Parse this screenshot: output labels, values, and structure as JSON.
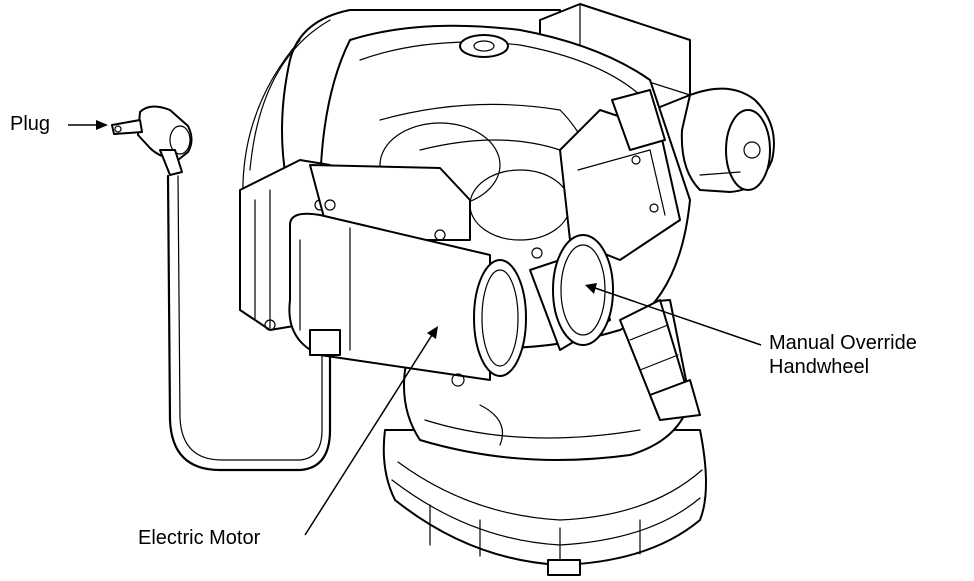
{
  "callouts": {
    "plug": "Plug",
    "manual_override_line1": "Manual Override",
    "manual_override_line2": "Handwheel",
    "electric_motor": "Electric Motor"
  },
  "colors": {
    "line": "#000000",
    "background": "#ffffff"
  }
}
